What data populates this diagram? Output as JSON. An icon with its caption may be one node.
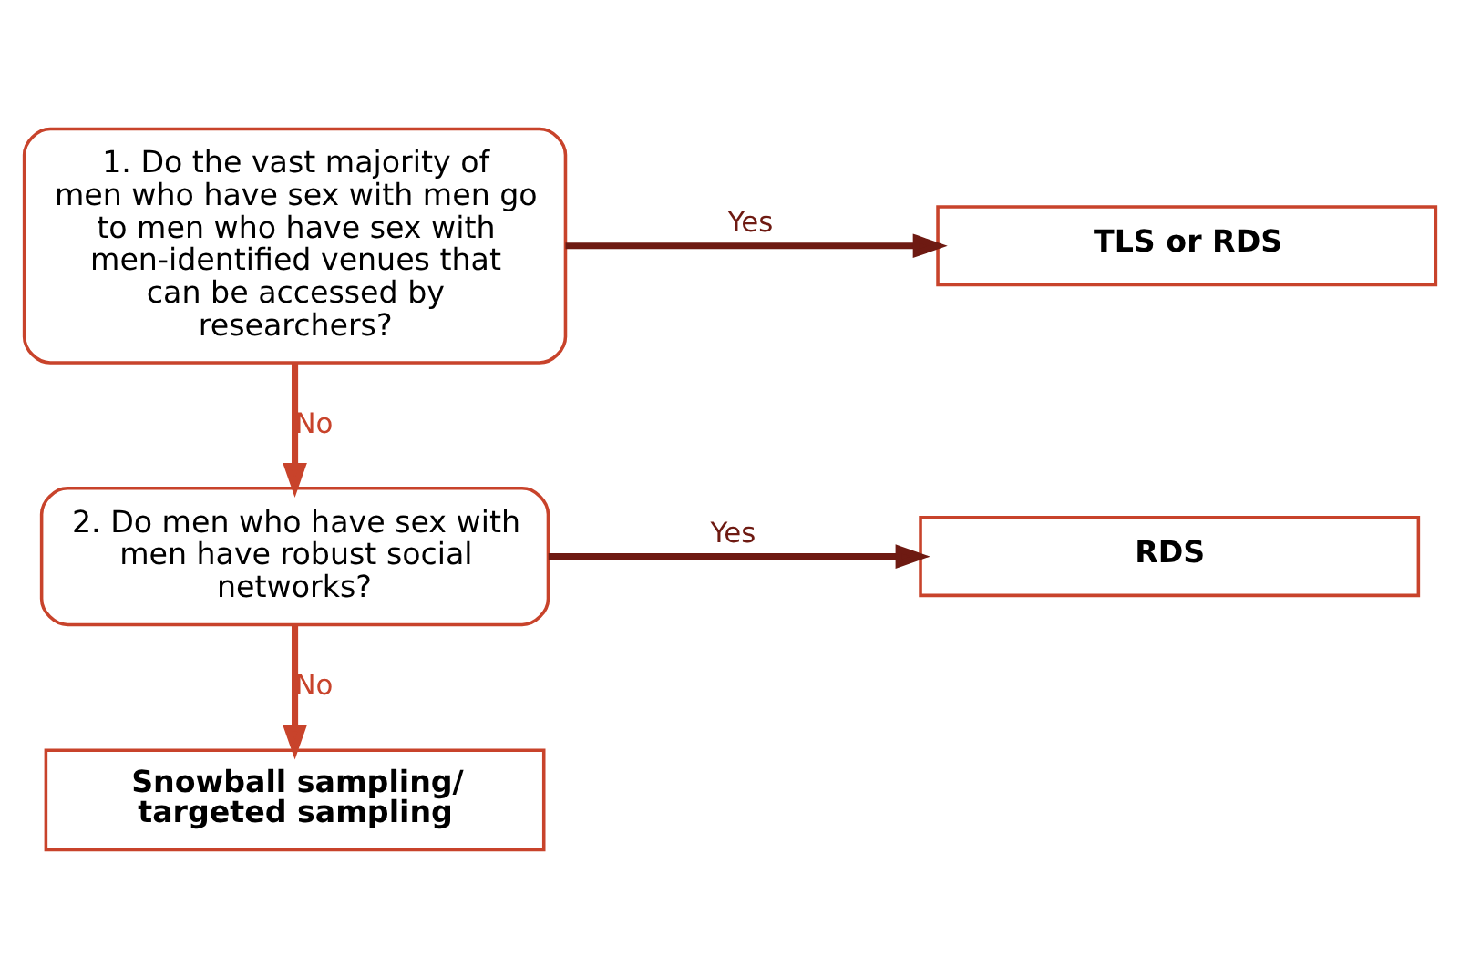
{
  "diagram": {
    "nodes": [
      {
        "text": [
          "1. Do the vast majority of men who have sex with men go to men who have sex with men-identified venues that can be accessed by researchers?"
        ]
      },
      {
        "text": [
          "TLS or RDS"
        ]
      },
      {
        "text": [
          "2. Do men who have sex with men have robust social networks?"
        ]
      },
      {
        "text": [
          "RDS"
        ]
      },
      {
        "text": [
          "Snowball sampling/ targeted sampling"
        ]
      }
    ],
    "edges": [
      {
        "from": 0,
        "to": 1,
        "arrow": "to",
        "label": "Yes",
        "color": "#6e1a12"
      },
      {
        "from": 0,
        "to": 2,
        "arrow": "to",
        "label": "No",
        "color": "#c8432b"
      },
      {
        "from": 2,
        "to": 3,
        "arrow": "to",
        "label": "Yes",
        "color": "#6e1a12"
      },
      {
        "from": 2,
        "to": 4,
        "arrow": "to",
        "label": "No",
        "color": "#c8432b"
      }
    ]
  }
}
